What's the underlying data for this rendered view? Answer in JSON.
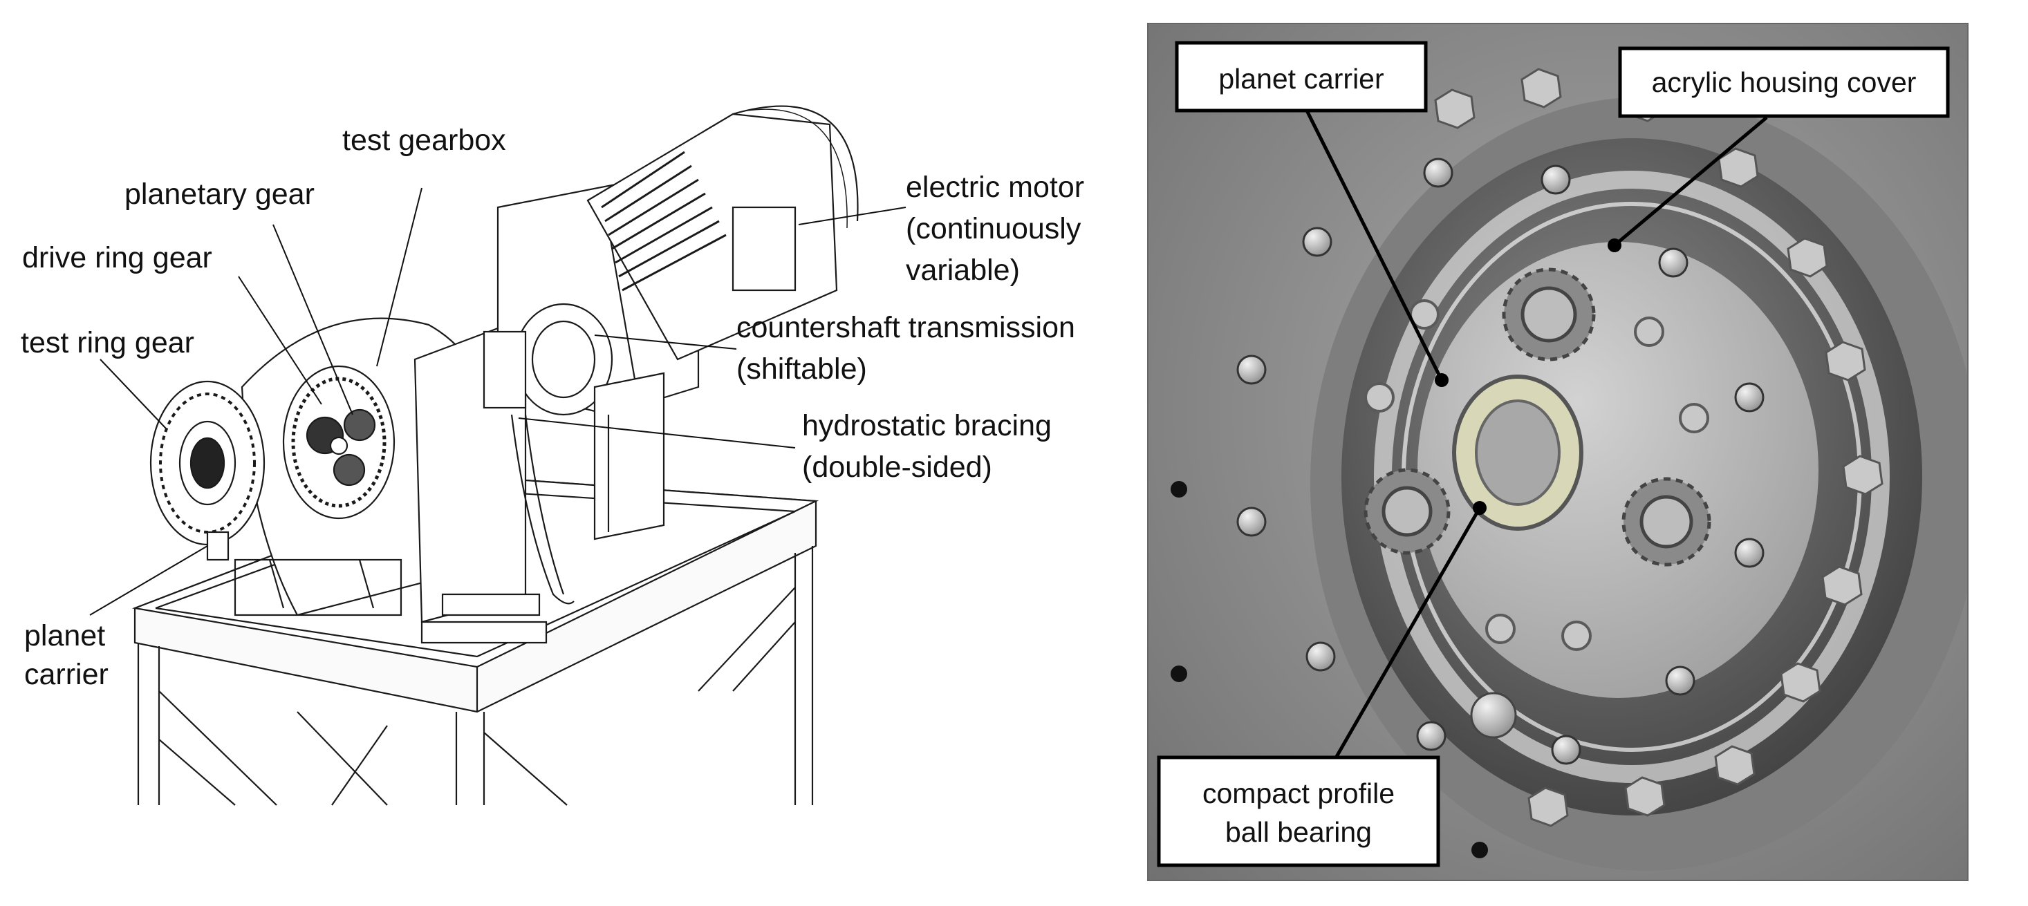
{
  "left_panel": {
    "labels": {
      "test_gearbox": "test gearbox",
      "planetary_gear": "planetary gear",
      "drive_ring_gear": "drive ring gear",
      "test_ring_gear": "test ring gear",
      "planet_carrier_1": "planet",
      "planet_carrier_2": "carrier",
      "electric_motor_1": "electric motor",
      "electric_motor_2": "(continuously",
      "electric_motor_3": "variable)",
      "countershaft_1": "countershaft transmission",
      "countershaft_2": "(shiftable)",
      "hydrostatic_1": "hydrostatic bracing",
      "hydrostatic_2": "(double-sided)"
    }
  },
  "right_panel": {
    "labels": {
      "planet_carrier": "planet carrier",
      "acrylic_housing_cover": "acrylic housing cover",
      "bearing_1": "compact profile",
      "bearing_2": "ball bearing"
    }
  },
  "colors": {
    "ink": "#111111",
    "photo_background": "#8c8c8c",
    "label_box_fill": "#ffffff"
  }
}
